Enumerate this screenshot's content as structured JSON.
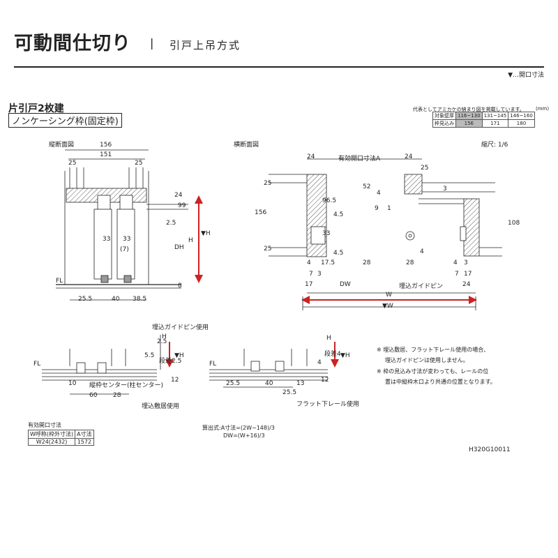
{
  "header": {
    "title": "可動間仕切り",
    "separator": "|",
    "subtitle": "引戸上吊方式",
    "legend": "▼…開口寸法"
  },
  "section": {
    "line1": "片引戸2枚建",
    "line2": "ノンケーシング枠(固定枠)"
  },
  "top_note": "代表としてアミカケの納まり図を掲載しています。",
  "top_note_unit": "(mm)",
  "wall_table": {
    "rows": [
      {
        "label": "対象壁厚",
        "values": [
          "116~130",
          "131~145",
          "146~160"
        ]
      },
      {
        "label": "枠見込み",
        "values": [
          "156",
          "171",
          "180"
        ]
      }
    ]
  },
  "views": {
    "vertical": "縦断面図",
    "horizontal": "横断面図",
    "scale": "縮尺: 1/6"
  },
  "vertical_dims": {
    "top1": "156",
    "top2": "151",
    "l25": "25",
    "r25": "25",
    "d99": "99",
    "d24": "24",
    "d25b": "2.5",
    "h": "H",
    "vh": "▼H",
    "dh": "DH",
    "d8": "8",
    "d33a": "33",
    "d33b": "33",
    "d7": "(7)",
    "fl": "FL",
    "b255": "25.5",
    "b40": "40",
    "b385": "38.5"
  },
  "horizontal_dims": {
    "a": "有効開口寸法A",
    "t24a": "24",
    "t24b": "24",
    "d25": "25",
    "d52": "52",
    "d4": "4",
    "d3": "3",
    "d965": "96.5",
    "d156": "156",
    "d108": "108",
    "d45a": "4.5",
    "d45b": "4.5",
    "d33": "33",
    "d9": "9",
    "d1": "1",
    "d25l": "25",
    "d25r": "25",
    "d175": "17.5",
    "d28a": "28",
    "d28b": "28",
    "d7l": "7",
    "d7r": "7",
    "d17l": "17",
    "d17r": "17",
    "d3l": "3",
    "d4l": "4",
    "d3r": "3",
    "d4r": "4",
    "d4m": "4",
    "d24r": "24",
    "dw": "DW",
    "w": "W",
    "vw": "▼W",
    "pin": "埋込ガイドピン"
  },
  "bottom": {
    "pin_use": "埋込ガイドピン使用",
    "center": "縦枠センター(柱センター)",
    "sill_use": "埋込敷居使用",
    "flat_use": "フラット下レール使用",
    "fl1": "FL",
    "fl2": "FL",
    "b10": "10",
    "b60": "60",
    "b28": "28",
    "b55": "5.5",
    "b25": "2.5",
    "step25": "段差2.5",
    "b12": "12",
    "bh": "H",
    "bvh": "▼H",
    "f255": "25.5",
    "f40": "40",
    "f13": "13",
    "f255b": "25.5",
    "f4": "4",
    "step4": "段差4",
    "f12": "12",
    "fh": "H",
    "fvh": "▼H"
  },
  "notes": [
    "※ 埋込敷居、フラット下レール使用の場合、",
    "埋込ガイドピンは使用しません。",
    "※ 枠の見込み寸法が変わっても、レールの位",
    "置は中縦枠木口より共通の位置となります。"
  ],
  "effective_table": {
    "caption": "有効開口寸法",
    "headers": [
      "W呼称(枠外寸法)",
      "A寸法"
    ],
    "rows": [
      [
        "W24(2432)",
        "1572"
      ]
    ]
  },
  "formula": {
    "line1": "算出式:A寸法=(2W−148)/3",
    "line2": "DW=(W+16)/3"
  },
  "code": "H320G10011",
  "colors": {
    "accent": "#cc2222",
    "hatch": "#333333",
    "line": "#222222"
  }
}
